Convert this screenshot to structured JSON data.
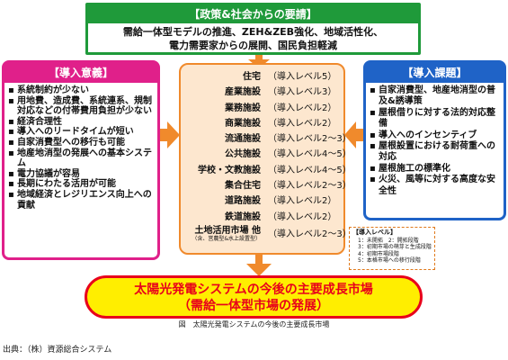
{
  "colors": {
    "top": "#1f9a3a",
    "left": "#e0208a",
    "right": "#1f63c7",
    "center_border": "#f08a2c",
    "center_fill": "#fde7cf",
    "arrow": "#f08a2c",
    "oval_border": "#e8001b",
    "oval_fill": "#ffee00"
  },
  "top": {
    "title": "【政策&社会からの要請】",
    "line1": "需給一体型モデルの推進、ZEH&ZEB強化、地域活性化、",
    "line2": "電力需要家からの展開、国民負担軽減"
  },
  "left": {
    "title": "【導入意義】",
    "items": [
      "系統制約が少ない",
      "用地費、造成費、系統連系、規制対応などの付帯費用負担が少ない",
      "経済合理性",
      "導入へのリードタイムが短い",
      "自家消費型への移行も可能",
      "地産地消型の発展への基本システム",
      "電力協議が容易",
      "長期にわたる活用が可能",
      "地域経済とレジリエンス向上への貢献"
    ]
  },
  "right": {
    "title": "【導入課題】",
    "items": [
      "自家消費型、地産地消型の普及&誘導策",
      "屋根借りに対する法的対応整備",
      "導入へのインセンティブ",
      "屋根設置における耐荷重への対応",
      "屋根施工の標準化",
      "火災、風等に対する高度な安全性"
    ]
  },
  "center": {
    "rows": [
      {
        "name": "住宅",
        "level": "（導入レベル5）"
      },
      {
        "name": "産業施設",
        "level": "（導入レベル3）"
      },
      {
        "name": "業務施設",
        "level": "（導入レベル2）"
      },
      {
        "name": "商業施設",
        "level": "（導入レベル2）"
      },
      {
        "name": "流通施設",
        "level": "（導入レベル2〜3）"
      },
      {
        "name": "公共施設",
        "level": "（導入レベル4〜5）"
      },
      {
        "name": "学校・文教施設",
        "level": "（導入レベル4〜5）"
      },
      {
        "name": "集合住宅",
        "level": "（導入レベル2〜3）"
      },
      {
        "name": "道路施設",
        "level": "（導入レベル2）"
      },
      {
        "name": "鉄道施設",
        "level": "（導入レベル2）"
      }
    ],
    "last": {
      "name": "土地活用市場 他",
      "note": "（含、営農型&水上設置型）",
      "level": "（導入レベル2〜3）"
    }
  },
  "legend": {
    "title": "【導入レベル】",
    "items": [
      "1：未開拓　2：開拓段階",
      "3：初期市場の萌芽と生成段階",
      "4：初期市場段階",
      "5：本格市場への移行段階"
    ]
  },
  "bottom": {
    "line1": "太陽光発電システムの今後の主要成長市場",
    "line2": "（需給一体型市場の発展）"
  },
  "caption": "図　太陽光発電システムの今後の主要成長市場",
  "source": "出典：（株）資源総合システム"
}
